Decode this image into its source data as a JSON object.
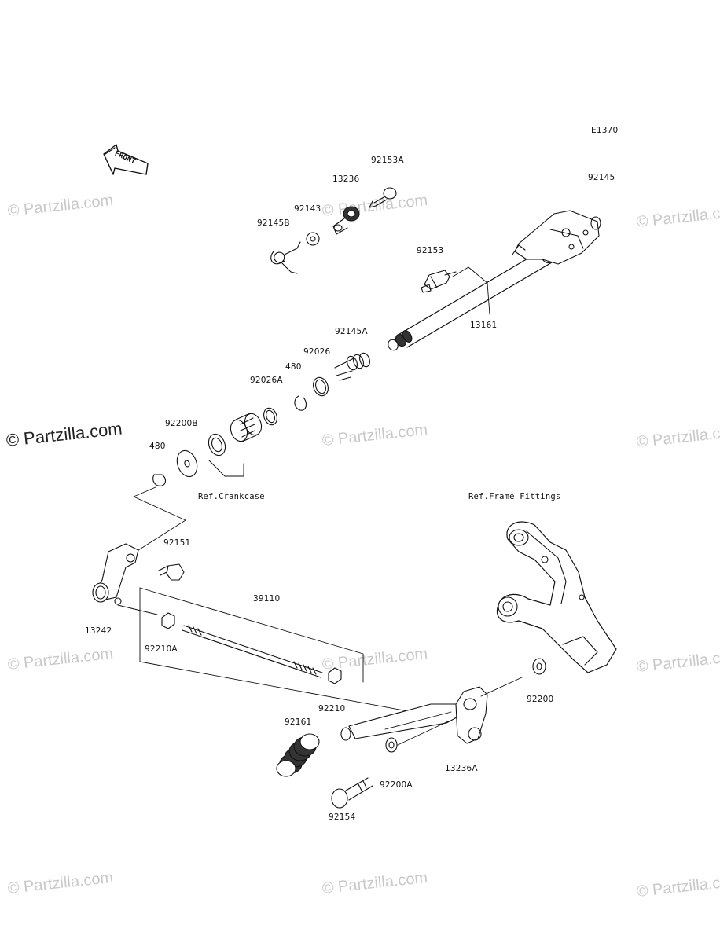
{
  "diagram_code": "E1370",
  "front_label": "FRONT",
  "watermark": "© Partzilla.com",
  "parts": {
    "p92153A": "92153A",
    "p13236": "13236",
    "p92143": "92143",
    "p92145B": "92145B",
    "p92145": "92145",
    "p92153": "92153",
    "p13161": "13161",
    "p92145A": "92145A",
    "p92026": "92026",
    "p480a": "480",
    "p92026A": "92026A",
    "p92200B": "92200B",
    "p480b": "480",
    "p92151": "92151",
    "p13242": "13242",
    "p39110": "39110",
    "p92210A": "92210A",
    "p92210": "92210",
    "p92161": "92161",
    "p92154": "92154",
    "p92200A": "92200A",
    "p13236A": "13236A",
    "p92200": "92200"
  },
  "refs": {
    "crankcase": "Ref.Crankcase",
    "frame_fittings": "Ref.Frame Fittings"
  }
}
